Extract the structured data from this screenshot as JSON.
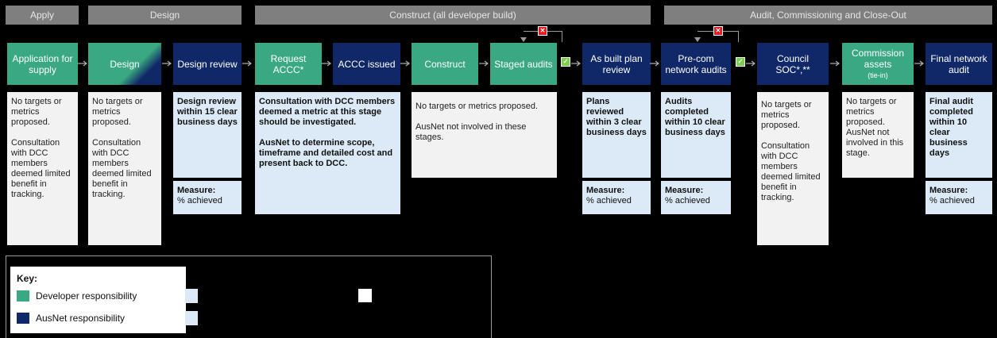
{
  "phases": {
    "apply": "Apply",
    "design": "Design",
    "construct": "Construct (all developer build)",
    "audit": "Audit, Commissioning and Close-Out"
  },
  "steps": {
    "application": "Application for supply",
    "design": "Design",
    "design_review": "Design review",
    "request_accc": "Request ACCC*",
    "accc_issued": "ACCC issued",
    "construct": "Construct",
    "staged_audits": "Staged audits",
    "as_built": "As built plan review",
    "precom": "Pre-com network audits",
    "council_soc": "Council SOC*,**",
    "commission_title": "Commission assets",
    "commission_sub": "(tie-in)",
    "final_audit": "Final network audit"
  },
  "cards": {
    "application": "No targets or metrics proposed.\n\nConsultation with DCC members deemed limited benefit in tracking.",
    "design": "No targets or metrics proposed.\n\nConsultation with DCC members deemed limited benefit in tracking.",
    "design_review": "Design review within 15 clear business days",
    "design_review_measure_label": "Measure:",
    "design_review_measure_value": "% achieved",
    "accc": "Consultation with DCC members deemed a metric at this stage should be investigated.\n\nAusNet to determine scope, timeframe and detailed cost and present back to DCC.",
    "construct": "No targets or metrics proposed.\n\nAusNet not involved in these stages.",
    "as_built": "Plans reviewed within 3 clear business days",
    "as_built_measure_label": "Measure:",
    "as_built_measure_value": "% achieved",
    "precom": "Audits completed within 10 clear business days",
    "precom_measure_label": "Measure:",
    "precom_measure_value": "% achieved",
    "council": "No targets or metrics proposed.\n\nConsultation with DCC members deemed limited benefit in tracking.",
    "commission": "No targets or metrics proposed. AusNet not involved in this stage.",
    "final_audit": "Final audit completed within 10 clear business days",
    "final_audit_measure_label": "Measure:",
    "final_audit_measure_value": "% achieved"
  },
  "key": {
    "title": "Key:",
    "developer": "Developer responsibility",
    "ausnet": "AusNet responsibility"
  },
  "colors": {
    "developer": "#3aa882",
    "ausnet": "#102867",
    "card_grey": "#f2f2f2",
    "card_blue": "#dbeaf6",
    "phase_bar": "#7f7f7f",
    "pass_chip": "#7ccf4a",
    "fail_chip": "#e31b23"
  },
  "icons": {
    "pass_chip": "check",
    "fail_chip": "cross"
  }
}
